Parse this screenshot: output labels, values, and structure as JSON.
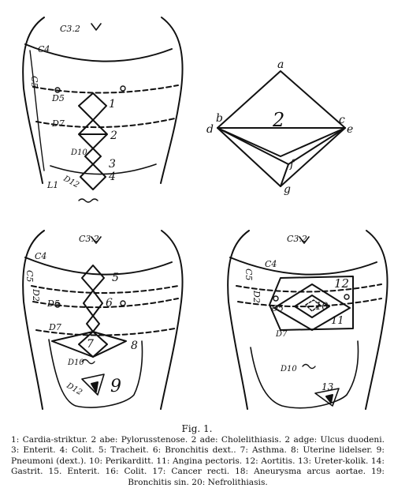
{
  "figure": {
    "caption_title": "Fig. 1.",
    "caption_text": "1: Cardia-striktur. 2 abe: Pylorusstenose. 2 ade: Cholelithiasis. 2 adge: Ulcus duodeni. 3: Enterit. 4: Colit. 5: Tracheit. 6: Bronchitis dext.. 7: Asthma. 8: Uterine lidelser. 9: Pneumoni (dext.). 10: Perikarditt. 11: Angina pectoris. 12: Aortitis. 13: Ureter-kolik. 14: Gastrit. 15. Enterit. 16: Colit. 17: Cancer recti. 18: Aneurysma arcus aortae. 19: Bronchitis sin. 20: Nefrolithiasis."
  },
  "torso_top_left": {
    "labels": {
      "c32": "C3.2",
      "c4": "C4",
      "c5": "C5",
      "d5": "D5",
      "d7": "D7",
      "d10": "D10",
      "d12": "D12",
      "l1": "L1"
    },
    "numbers": {
      "n1": "1",
      "n2": "2",
      "n3": "3",
      "n4": "4"
    }
  },
  "diamond_diagram": {
    "vertices": {
      "a": "a",
      "b": "b",
      "c": "c",
      "d": "d",
      "e": "e",
      "f": "f",
      "g": "g"
    },
    "number": "2"
  },
  "torso_bottom_left": {
    "labels": {
      "c32": "C3.2",
      "c4": "C4",
      "c5": "C5",
      "d2": "D2",
      "d5": "D5",
      "d7": "D7",
      "d10": "D10",
      "d12": "D12"
    },
    "numbers": {
      "n5": "5",
      "n6": "6",
      "n7": "7",
      "n8": "8",
      "n9": "9"
    }
  },
  "torso_bottom_right": {
    "labels": {
      "c32": "C3.2",
      "c4": "C4",
      "c5": "C5",
      "d2": "D2",
      "d5": "D5",
      "d7": "D7",
      "d10": "D10"
    },
    "numbers": {
      "n10": "10",
      "n11": "11",
      "n12": "12",
      "n13": "13"
    }
  }
}
